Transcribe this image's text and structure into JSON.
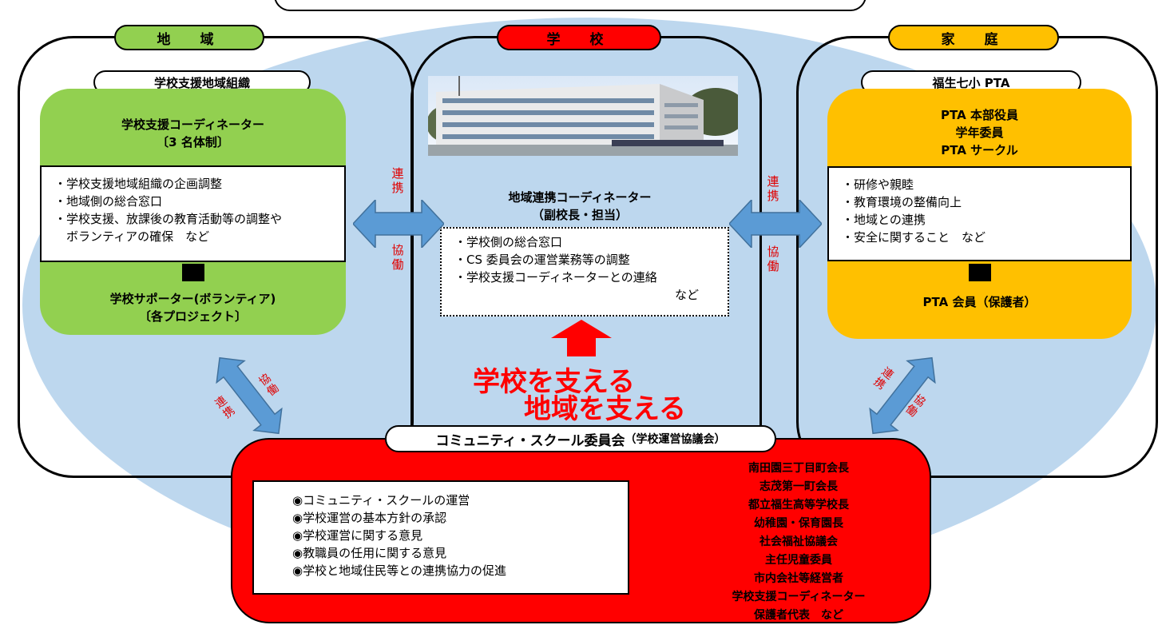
{
  "header_box": "",
  "region": {
    "title": "地　域",
    "subtitle": "学校支援地域組織",
    "coordinator": [
      "学校支援コーディネーター",
      "〔3 名体制〕"
    ],
    "duties": [
      "・学校支援地域組織の企画調整",
      "・地域側の総合窓口",
      "・学校支援、放課後の教育活動等の調整や",
      "　ボランティアの確保　など"
    ],
    "supporter": [
      "学校サポーター(ボランティア)",
      "〔各プロジェクト〕"
    ]
  },
  "school": {
    "title": "学　校",
    "coordinator": [
      "地域連携コーディネーター",
      "（副校長・担当）"
    ],
    "duties": [
      "・学校側の総合窓口",
      "・CS 委員会の運営業務等の調整",
      "・学校支援コーディネーターとの連絡"
    ],
    "duties_suffix": "など",
    "slogan": [
      "学校を支える",
      "地域を支える"
    ]
  },
  "home": {
    "title": "家　庭",
    "subtitle": "福生七小 PTA",
    "groups": [
      "PTA 本部役員",
      "学年委員",
      "PTA サークル"
    ],
    "duties": [
      "・研修や親睦",
      "・教育環境の整備向上",
      "・地域との連携",
      "・安全に関すること　など"
    ],
    "members": "PTA 会員（保護者）"
  },
  "links": {
    "left_top": "連",
    "left_top2": "携",
    "left_bottom": "協",
    "left_bottom2": "働",
    "right_top": "連",
    "right_top2": "携",
    "right_bottom": "協",
    "right_bottom2": "働",
    "diag_a1": "連",
    "diag_a2": "携",
    "diag_b1": "協",
    "diag_b2": "働"
  },
  "cs": {
    "title_main": "コミュニティ・スクール委員会",
    "title_sub": "（学校運営協議会）",
    "functions": [
      "◉コミュニティ・スクールの運営",
      "◉学校運営の基本方針の承認",
      "◉学校運営に関する意見",
      "◉教職員の任用に関する意見",
      "◉学校と地域住民等との連携協力の促進"
    ],
    "members": [
      "南田園三丁目町会長",
      "志茂第一町会長",
      "都立福生高等学校長",
      "幼稚園・保育園長",
      "社会福祉協議会",
      "主任児童委員",
      "市内会社等経営者",
      "学校支援コーディネーター",
      "保護者代表　など"
    ]
  },
  "colors": {
    "region": "#92d050",
    "school": "#ff0000",
    "home": "#ffc000",
    "ellipse": "#bdd7ee",
    "arrow_blue": "#5b9bd5",
    "accent_red": "#ff0000"
  }
}
